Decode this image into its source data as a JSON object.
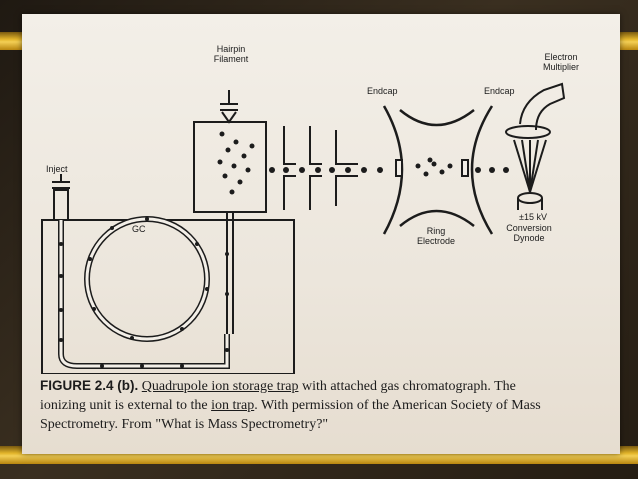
{
  "figure": {
    "labels": {
      "filament": "Hairpin\nFilament",
      "multiplier": "Electron\nMultiplier",
      "endcap_left": "Endcap",
      "endcap_right": "Endcap",
      "inject": "Inject",
      "gc": "GC",
      "ring": "Ring\nElectrode",
      "voltage": "±15 kV",
      "dynode": "Conversion\nDynode"
    }
  },
  "caption": {
    "figure_label": "FIGURE 2.4 (b).",
    "title_part1": "Quadrupole ion storage trap",
    "title_part2": " with attached gas chromatograph. The",
    "line2_part1": "ionizing unit is external to the ",
    "line2_link": "ion trap",
    "line2_part2": ". With permission of the American Society of Mass",
    "line3": "Spectrometry. From \"What is Mass Spectrometry?\""
  },
  "colors": {
    "gold": "#e2b42a",
    "paper": "#f3efe8",
    "ink": "#1c1c1c"
  }
}
